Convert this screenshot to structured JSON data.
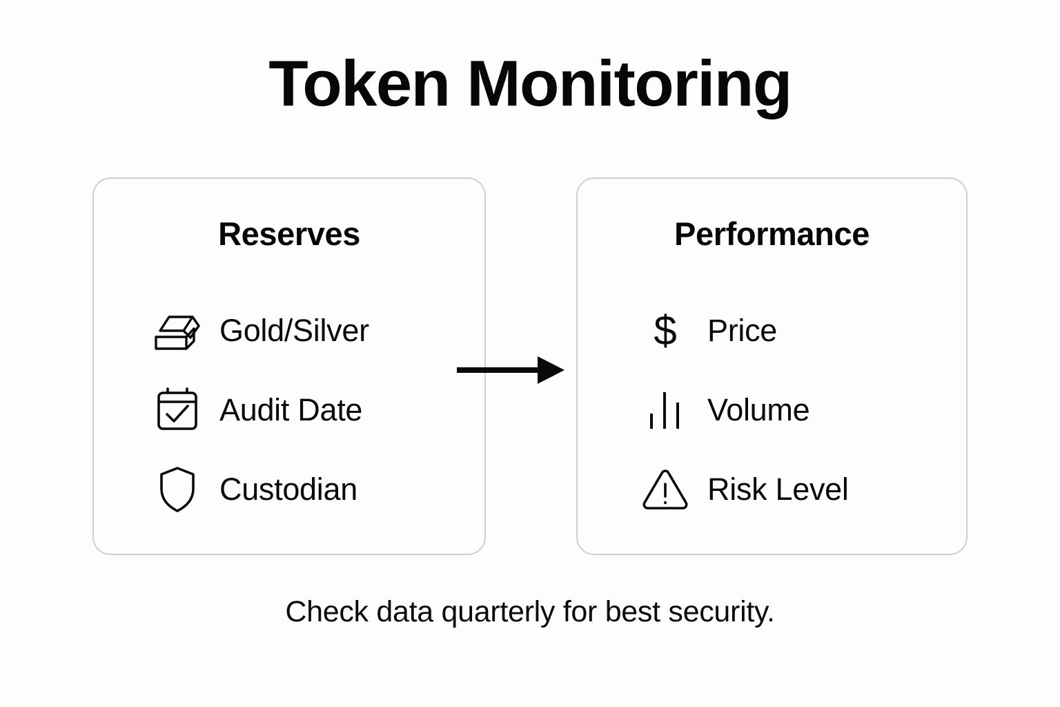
{
  "page": {
    "title": "Token Monitoring",
    "background_color": "#fdfdfd",
    "text_color": "#0a0a0a",
    "card_border_color": "#cfcfcf"
  },
  "cards": [
    {
      "id": "reserves",
      "heading": "Reserves",
      "items": [
        {
          "icon": "gold-bars-icon",
          "label": "Gold/Silver"
        },
        {
          "icon": "calendar-check-icon",
          "label": "Audit Date"
        },
        {
          "icon": "shield-icon",
          "label": "Custodian"
        }
      ]
    },
    {
      "id": "performance",
      "heading": "Performance",
      "items": [
        {
          "icon": "dollar-sign-icon",
          "label": "Price",
          "glyph": "$"
        },
        {
          "icon": "bar-chart-icon",
          "label": "Volume"
        },
        {
          "icon": "warning-triangle-icon",
          "label": "Risk Level"
        }
      ]
    }
  ],
  "connector": {
    "icon": "arrow-right-icon",
    "from": "reserves",
    "to": "performance"
  },
  "footer": {
    "note": "Check data quarterly for best security."
  }
}
